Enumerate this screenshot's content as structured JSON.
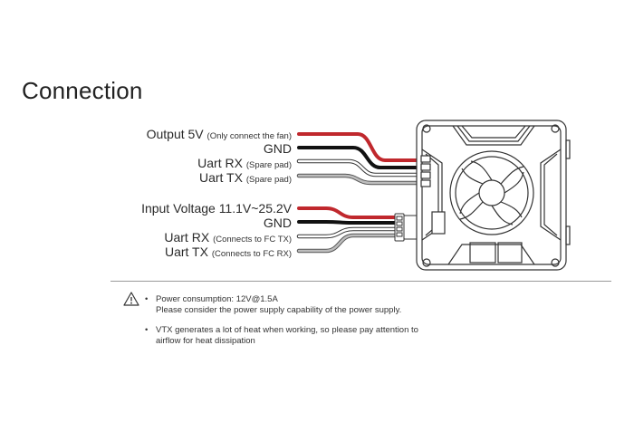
{
  "page": {
    "title": "Connection"
  },
  "group1": {
    "output_label": "Output 5V",
    "output_note": "(Only connect the fan)",
    "gnd_label": "GND",
    "uart_rx_label": "Uart RX",
    "uart_rx_note": "(Spare pad)",
    "uart_tx_label": "Uart TX",
    "uart_tx_note": "(Spare pad)"
  },
  "group2": {
    "input_label": "Input Voltage 11.1V~25.2V",
    "gnd_label": "GND",
    "uart_rx_label": "Uart RX",
    "uart_rx_note": "(Connects to FC TX)",
    "uart_tx_label": "Uart TX",
    "uart_tx_note": "(Connects to FC RX)"
  },
  "notes": {
    "bullet_char": "•",
    "items": [
      {
        "line1": "Power consumption: 12V@1.5A",
        "line2": "Please consider the power supply capability of the power supply."
      },
      {
        "line1": "VTX generates a lot of heat when working, so please pay attention to",
        "line2": "airflow for heat dissipation"
      }
    ]
  },
  "colors": {
    "red_wire": "#c0282d",
    "black_wire": "#111111",
    "white_wire": "#ffffff",
    "gray_wire": "#8a8a8a",
    "outline": "#333333"
  }
}
